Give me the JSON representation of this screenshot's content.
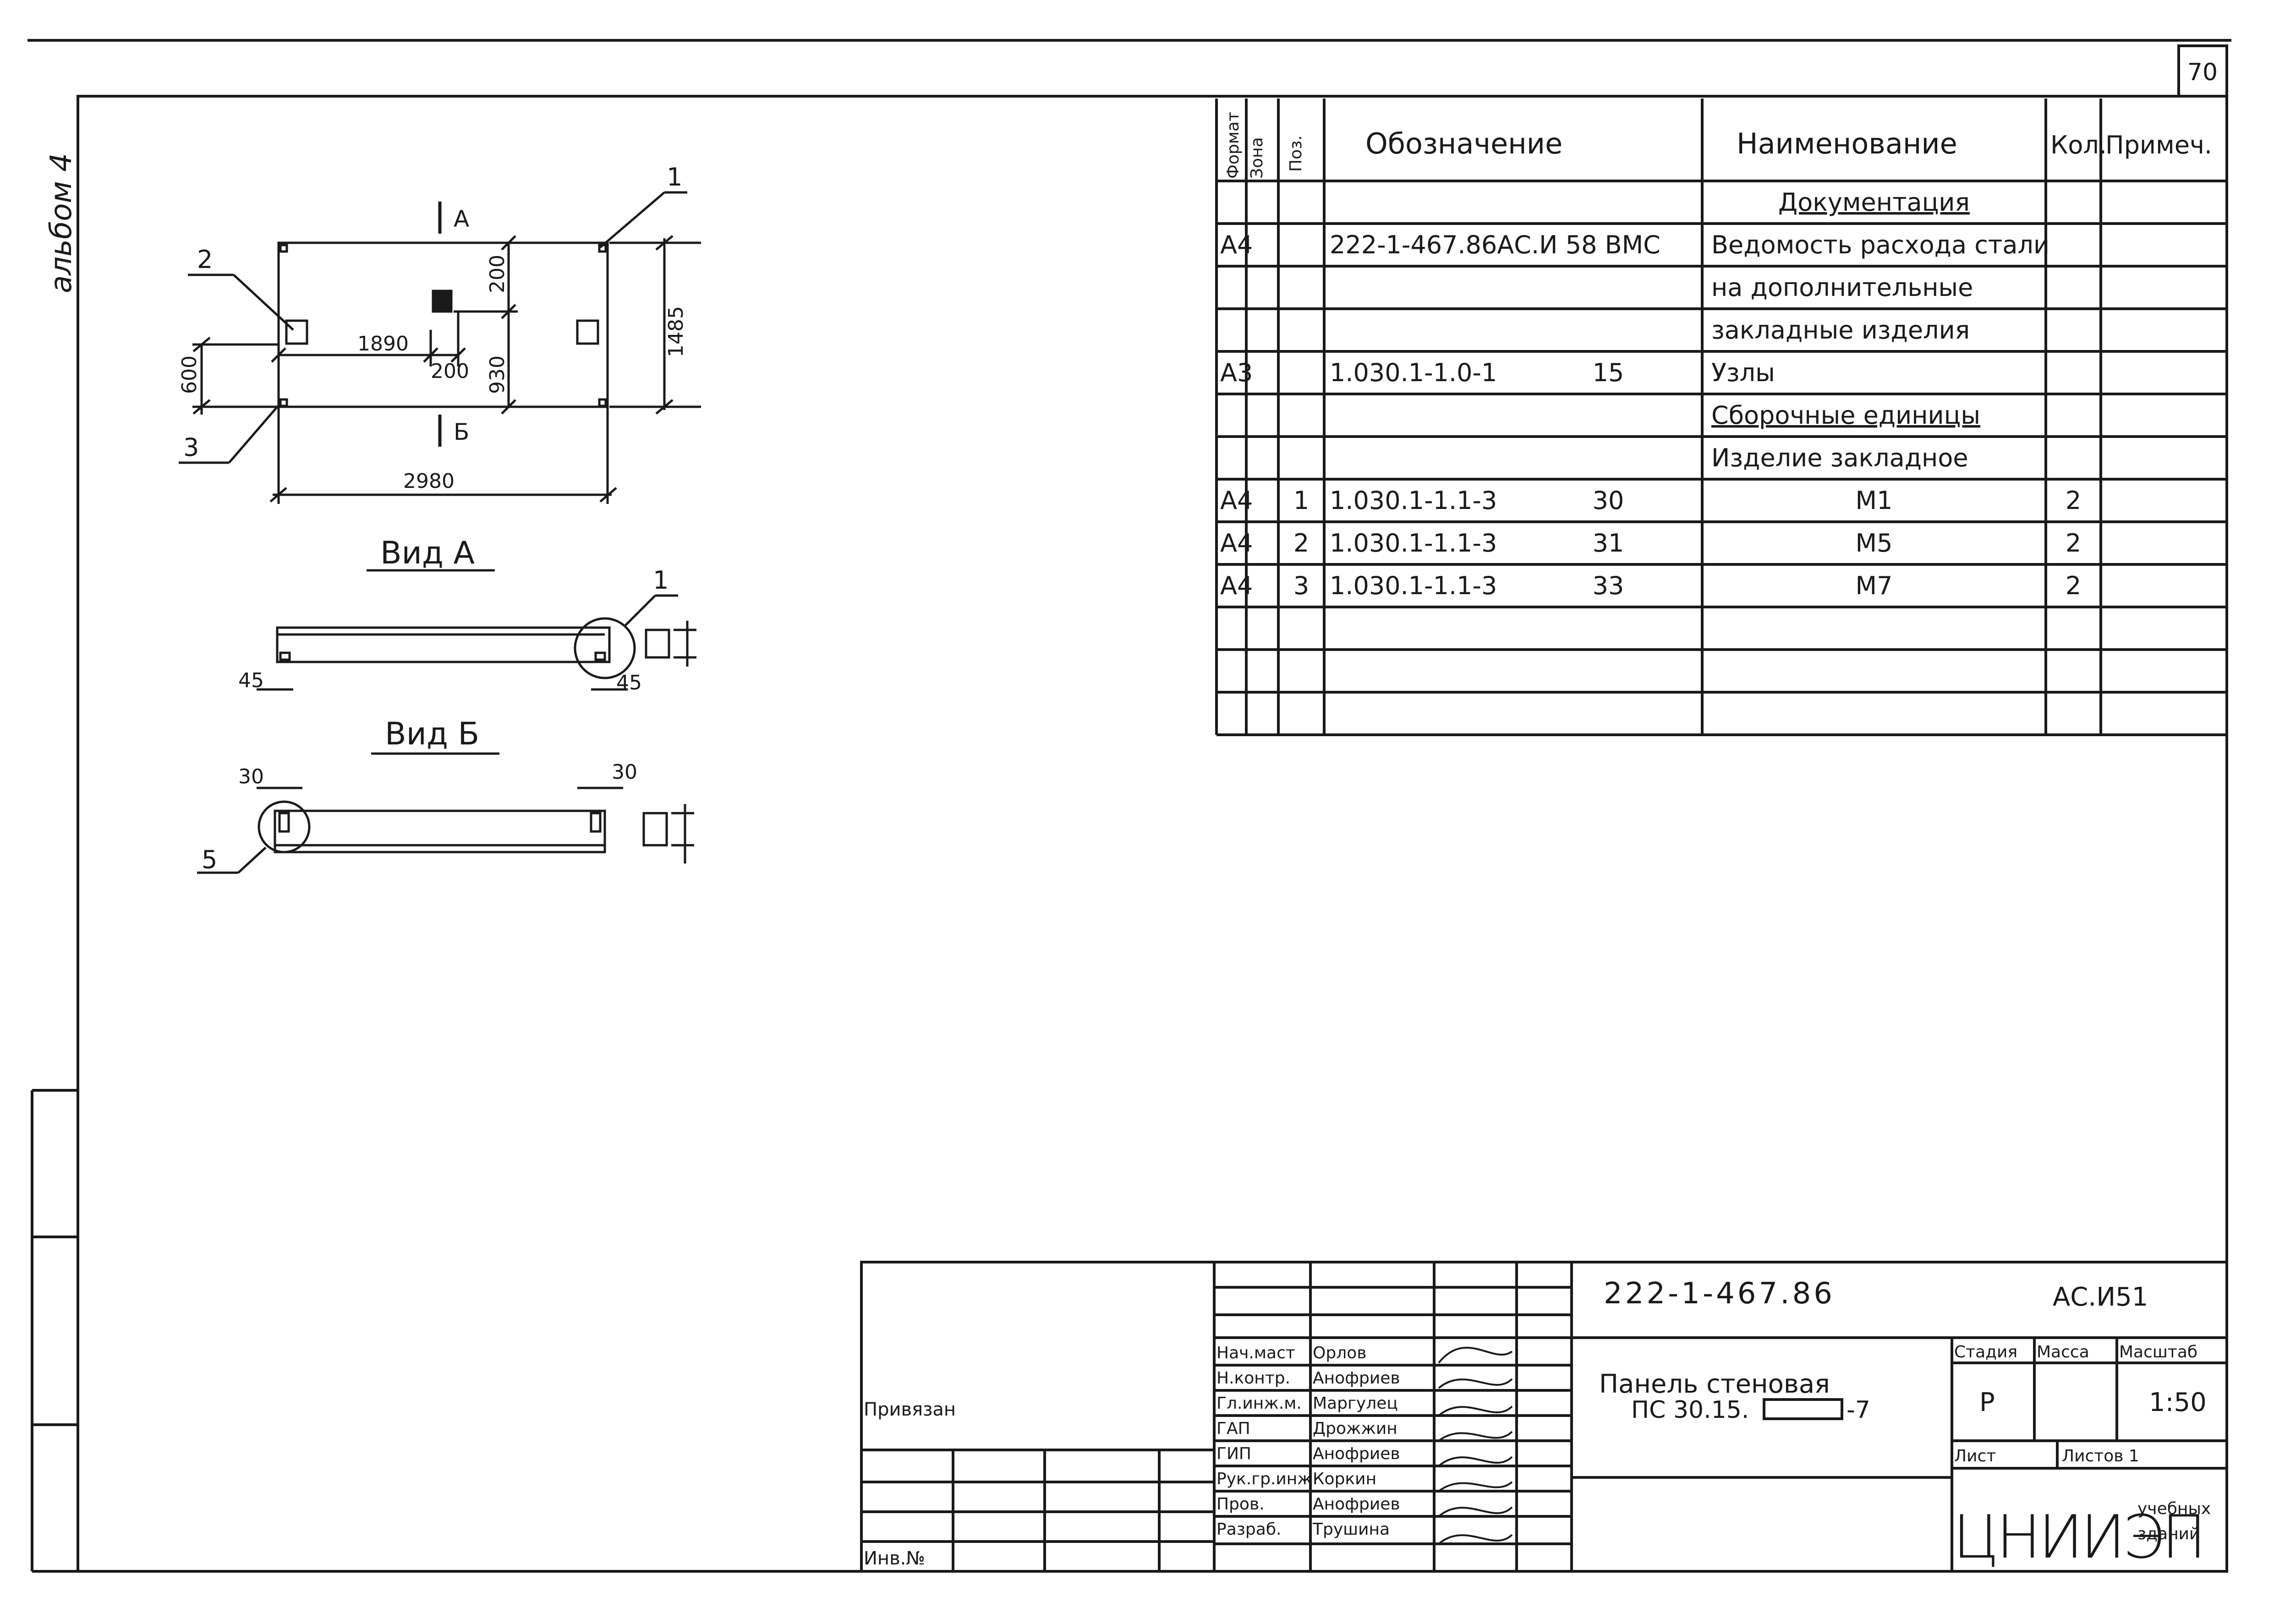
{
  "page_number": "70",
  "album_label": "альбом 4",
  "drawing": {
    "section_a_marker": "А",
    "section_b_marker": "Б",
    "callouts": [
      "1",
      "2",
      "3",
      "1",
      "5"
    ],
    "dims": {
      "d1890": "1890",
      "d200a": "200",
      "d200b": "200",
      "d930": "930",
      "d600": "600",
      "d1485": "1485",
      "d2980": "2980",
      "d45a": "45",
      "d45b": "45",
      "d30a": "30",
      "d30b": "30"
    },
    "view_a_title": "Вид А",
    "view_b_title": "Вид Б"
  },
  "spec_table": {
    "headers": {
      "format": "Формат",
      "zone": "Зона",
      "pos": "Поз.",
      "designation": "Обозначение",
      "name": "Наименование",
      "qty": "Кол.",
      "note": "Примеч."
    },
    "rows": [
      {
        "format": "",
        "pos": "",
        "designation": "",
        "ref": "",
        "name": "Документация",
        "qty": "",
        "underline": true,
        "center": true
      },
      {
        "format": "А4",
        "pos": "",
        "designation": "222-1-467.86АС.И 58 ВМС",
        "ref": "",
        "name": "Ведомость расхода стали",
        "qty": ""
      },
      {
        "format": "",
        "pos": "",
        "designation": "",
        "ref": "",
        "name": "на дополнительные",
        "qty": ""
      },
      {
        "format": "",
        "pos": "",
        "designation": "",
        "ref": "",
        "name": "закладные изделия",
        "qty": ""
      },
      {
        "format": "А3",
        "pos": "",
        "designation": "1.030.1-1.0-1",
        "ref": "15",
        "name": "Узлы",
        "qty": ""
      },
      {
        "format": "",
        "pos": "",
        "designation": "",
        "ref": "",
        "name": "Сборочные единицы",
        "qty": "",
        "underline": true
      },
      {
        "format": "",
        "pos": "",
        "designation": "",
        "ref": "",
        "name": "Изделие закладное",
        "qty": ""
      },
      {
        "format": "А4",
        "pos": "1",
        "designation": "1.030.1-1.1-3",
        "ref": "30",
        "name": "М1",
        "qty": "2",
        "center": true
      },
      {
        "format": "А4",
        "pos": "2",
        "designation": "1.030.1-1.1-3",
        "ref": "31",
        "name": "М5",
        "qty": "2",
        "center": true
      },
      {
        "format": "А4",
        "pos": "3",
        "designation": "1.030.1-1.1-3",
        "ref": "33",
        "name": "М7",
        "qty": "2",
        "center": true
      },
      {
        "format": "",
        "pos": "",
        "designation": "",
        "ref": "",
        "name": "",
        "qty": ""
      },
      {
        "format": "",
        "pos": "",
        "designation": "",
        "ref": "",
        "name": "",
        "qty": ""
      },
      {
        "format": "",
        "pos": "",
        "designation": "",
        "ref": "",
        "name": "",
        "qty": ""
      }
    ]
  },
  "title_block": {
    "doc_code": "222-1-467.86",
    "sheet_code": "АС.И51",
    "title_line1": "Панель стеновая",
    "title_line2a": "ПС 30.15.",
    "title_line2b": "-7",
    "stage_label": "Стадия",
    "mass_label": "Масса",
    "scale_label": "Масштаб",
    "stage_value": "Р",
    "scale_value": "1:50",
    "sheet_label": "Лист",
    "sheets_label": "Листов 1",
    "org_main": "ЦНИИЭП",
    "org_sub1": "учебных",
    "org_sub2": "зданий",
    "privyazan": "Привязан",
    "inv_no": "Инв.№",
    "roles": [
      {
        "role": "Нач.маст",
        "name": "Орлов"
      },
      {
        "role": "Н.контр.",
        "name": "Анофриев"
      },
      {
        "role": "Гл.инж.м.",
        "name": "Маргулец"
      },
      {
        "role": "ГАП",
        "name": "Дрожжин"
      },
      {
        "role": "ГИП",
        "name": "Анофриев"
      },
      {
        "role": "Рук.гр.инж",
        "name": "Коркин"
      },
      {
        "role": "Пров.",
        "name": "Анофриев"
      },
      {
        "role": "Разраб.",
        "name": "Трушина"
      }
    ]
  }
}
